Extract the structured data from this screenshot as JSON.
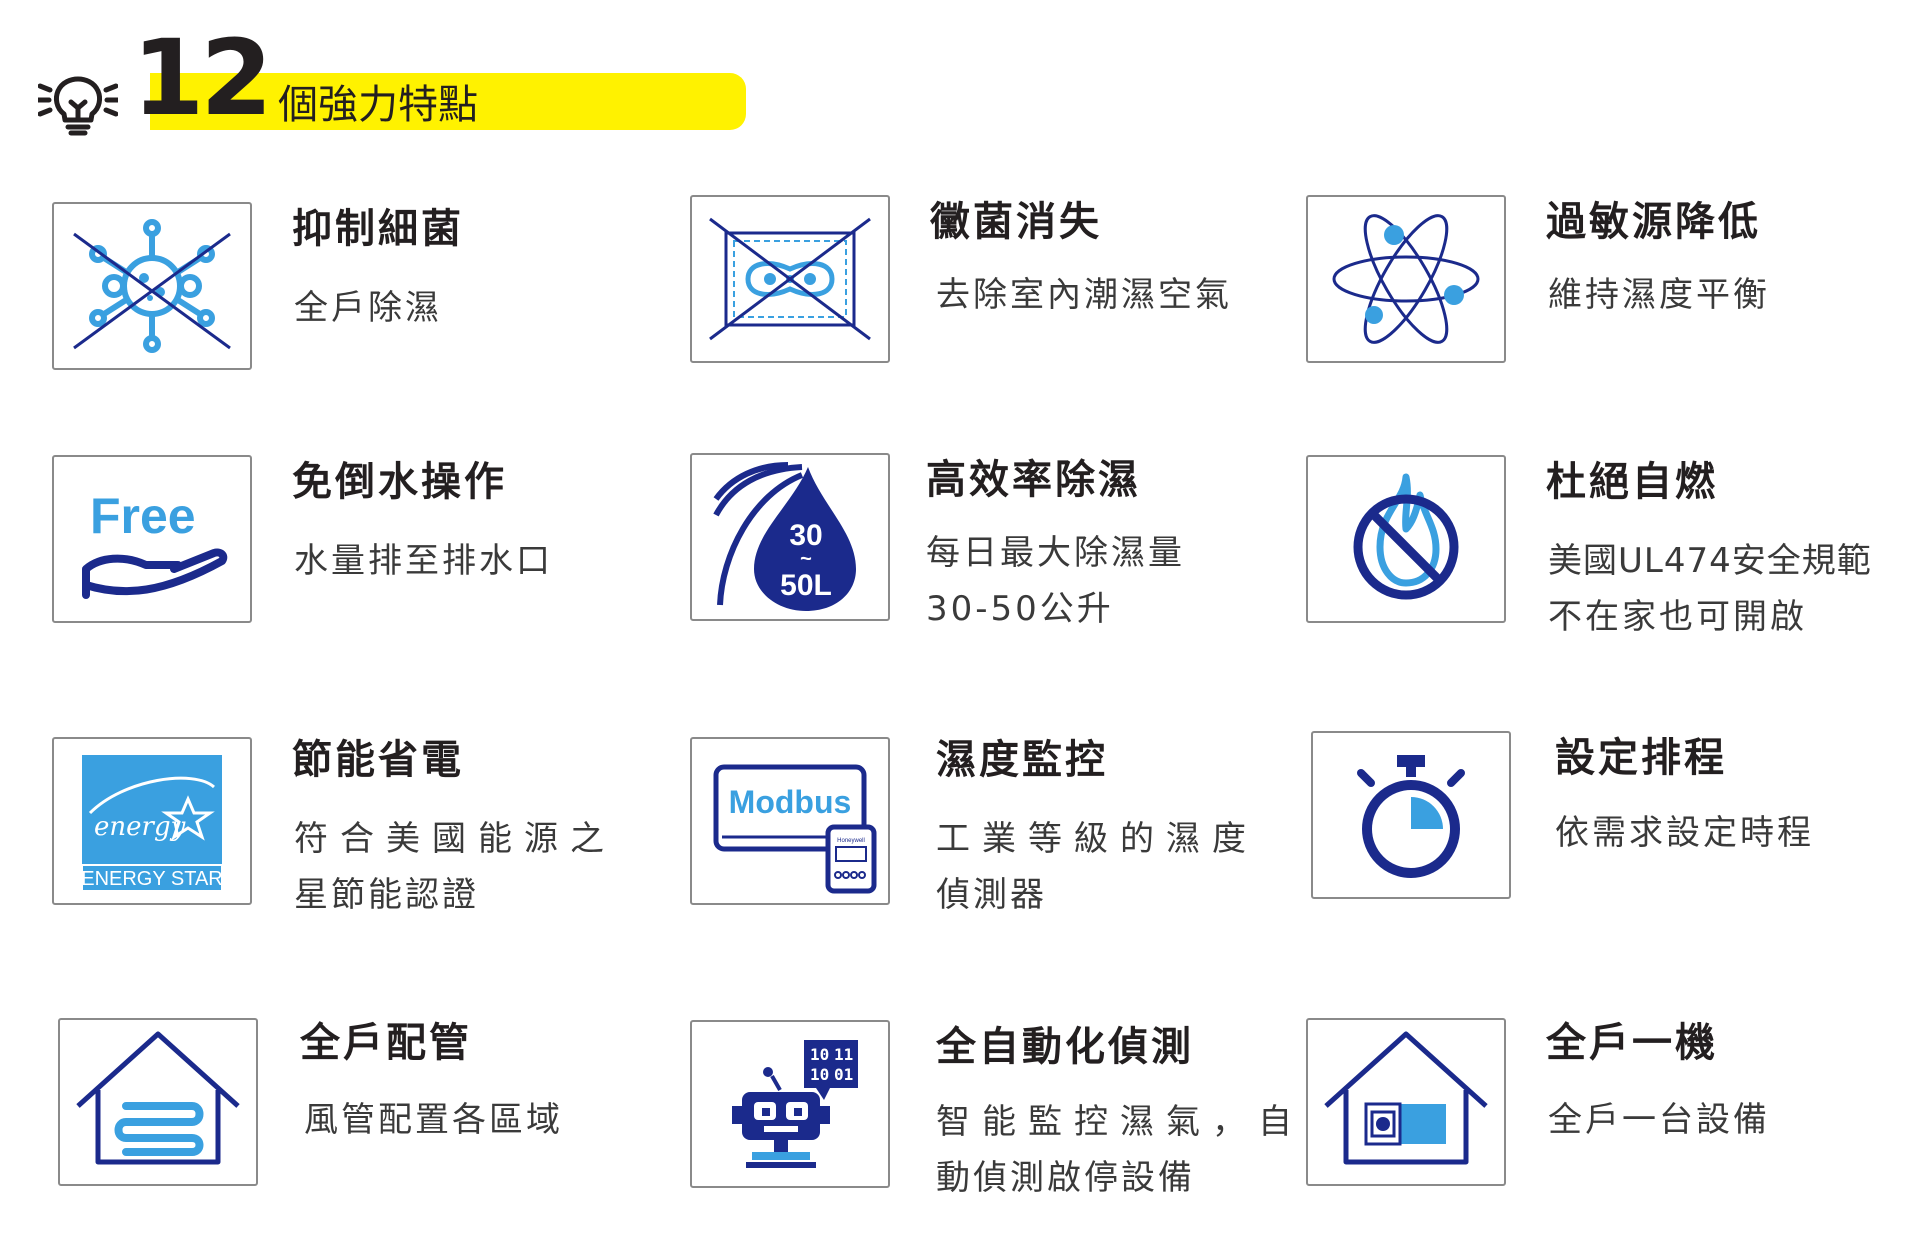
{
  "header": {
    "count": "12",
    "title": "個強力特點"
  },
  "features": [
    {
      "title": "抑制細菌",
      "desc": [
        "全戶除濕"
      ],
      "icon": "bacteria-crossed-icon"
    },
    {
      "title": "黴菌消失",
      "desc": [
        "去除室內潮濕空氣"
      ],
      "icon": "mold-crossed-icon"
    },
    {
      "title": "過敏源降低",
      "desc": [
        "維持濕度平衡"
      ],
      "icon": "atom-icon"
    },
    {
      "title": "免倒水操作",
      "desc": [
        "水量排至排水口"
      ],
      "icon": "free-hand-icon",
      "icon_text": "Free"
    },
    {
      "title": "高效率除濕",
      "desc": [
        "每日最大除濕量",
        "30-50公升"
      ],
      "icon": "water-drop-icon",
      "icon_text": [
        "30",
        "~",
        "50L"
      ]
    },
    {
      "title": "杜絕自燃",
      "desc": [
        "美國UL474安全規範",
        "不在家也可開啟"
      ],
      "icon": "no-fire-icon"
    },
    {
      "title": "節能省電",
      "desc": [
        "符合美國能源之",
        "星節能認證"
      ],
      "icon": "energy-star-icon",
      "icon_text": [
        "energy",
        "ENERGY STAR"
      ]
    },
    {
      "title": "濕度監控",
      "desc": [
        "工業等級的濕度",
        "偵測器"
      ],
      "icon": "modbus-sensor-icon",
      "icon_text": [
        "Modbus",
        "Honeywell"
      ]
    },
    {
      "title": "設定排程",
      "desc": [
        "依需求設定時程"
      ],
      "icon": "stopwatch-icon"
    },
    {
      "title": "全戶配管",
      "desc": [
        "風管配置各區域"
      ],
      "icon": "house-duct-icon"
    },
    {
      "title": "全自動化偵測",
      "desc": [
        "智能監控濕氣，自",
        "動偵測啟停設備"
      ],
      "icon": "robot-icon",
      "icon_text": [
        "10",
        "11",
        "10",
        "01"
      ]
    },
    {
      "title": "全戶一機",
      "desc": [
        "全戶一台設備"
      ],
      "icon": "house-unit-icon"
    }
  ],
  "colors": {
    "accent_yellow": "#fff200",
    "dark_blue": "#1b2a8c",
    "light_blue": "#3aa0e0",
    "text": "#231f20",
    "border": "#8a8a8a"
  }
}
